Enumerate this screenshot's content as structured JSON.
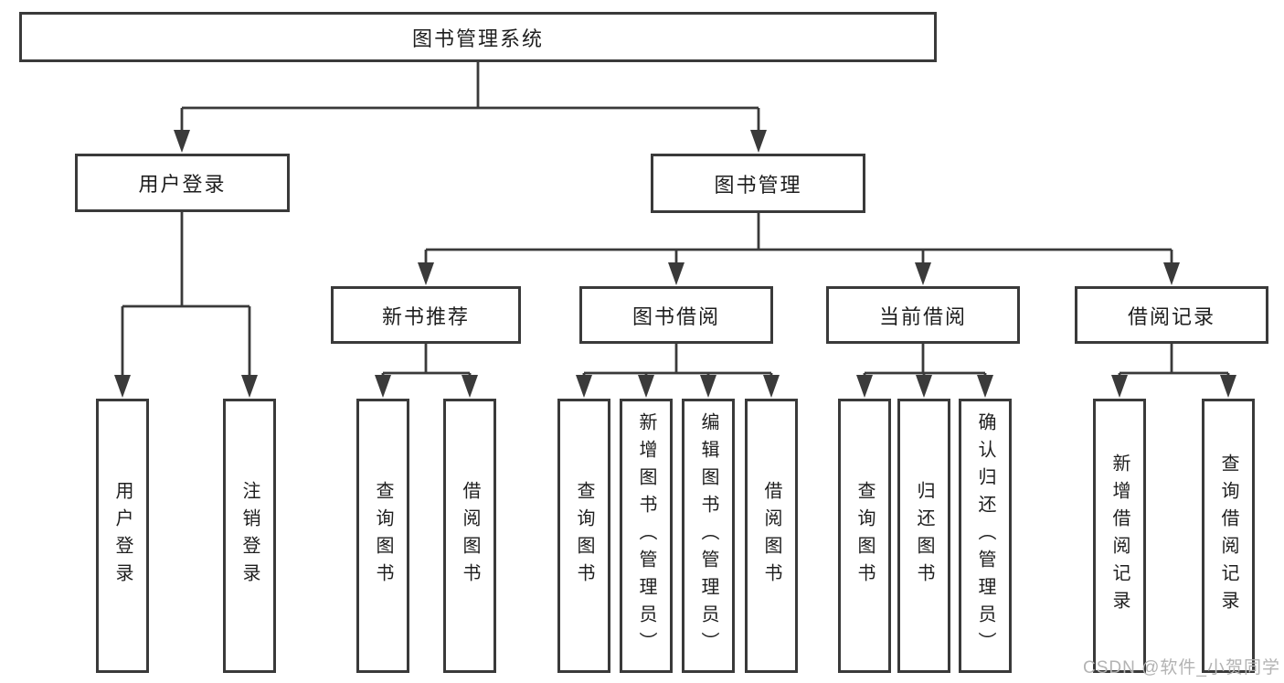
{
  "diagram_title": "图书管理系统",
  "tree": {
    "label": "图书管理系统",
    "children": [
      {
        "label": "用户登录",
        "children": [
          {
            "label": "用户登录"
          },
          {
            "label": "注销登录"
          }
        ]
      },
      {
        "label": "图书管理",
        "children": [
          {
            "label": "新书推荐",
            "children": [
              {
                "label": "查询图书"
              },
              {
                "label": "借阅图书"
              }
            ]
          },
          {
            "label": "图书借阅",
            "children": [
              {
                "label": "查询图书"
              },
              {
                "label": "新增图书（管理员）"
              },
              {
                "label": "编辑图书（管理员）"
              },
              {
                "label": "借阅图书"
              }
            ]
          },
          {
            "label": "当前借阅",
            "children": [
              {
                "label": "查询图书"
              },
              {
                "label": "归还图书"
              },
              {
                "label": "确认归还（管理员）"
              }
            ]
          },
          {
            "label": "借阅记录",
            "children": [
              {
                "label": "新增借阅记录"
              },
              {
                "label": "查询借阅记录"
              }
            ]
          }
        ]
      }
    ]
  },
  "watermark": "CSDN @软件_小贺同学",
  "colors": {
    "line": "#3a3a3a",
    "text": "#1e1e1e",
    "background": "#ffffff",
    "watermark": "#b3b3b3"
  }
}
